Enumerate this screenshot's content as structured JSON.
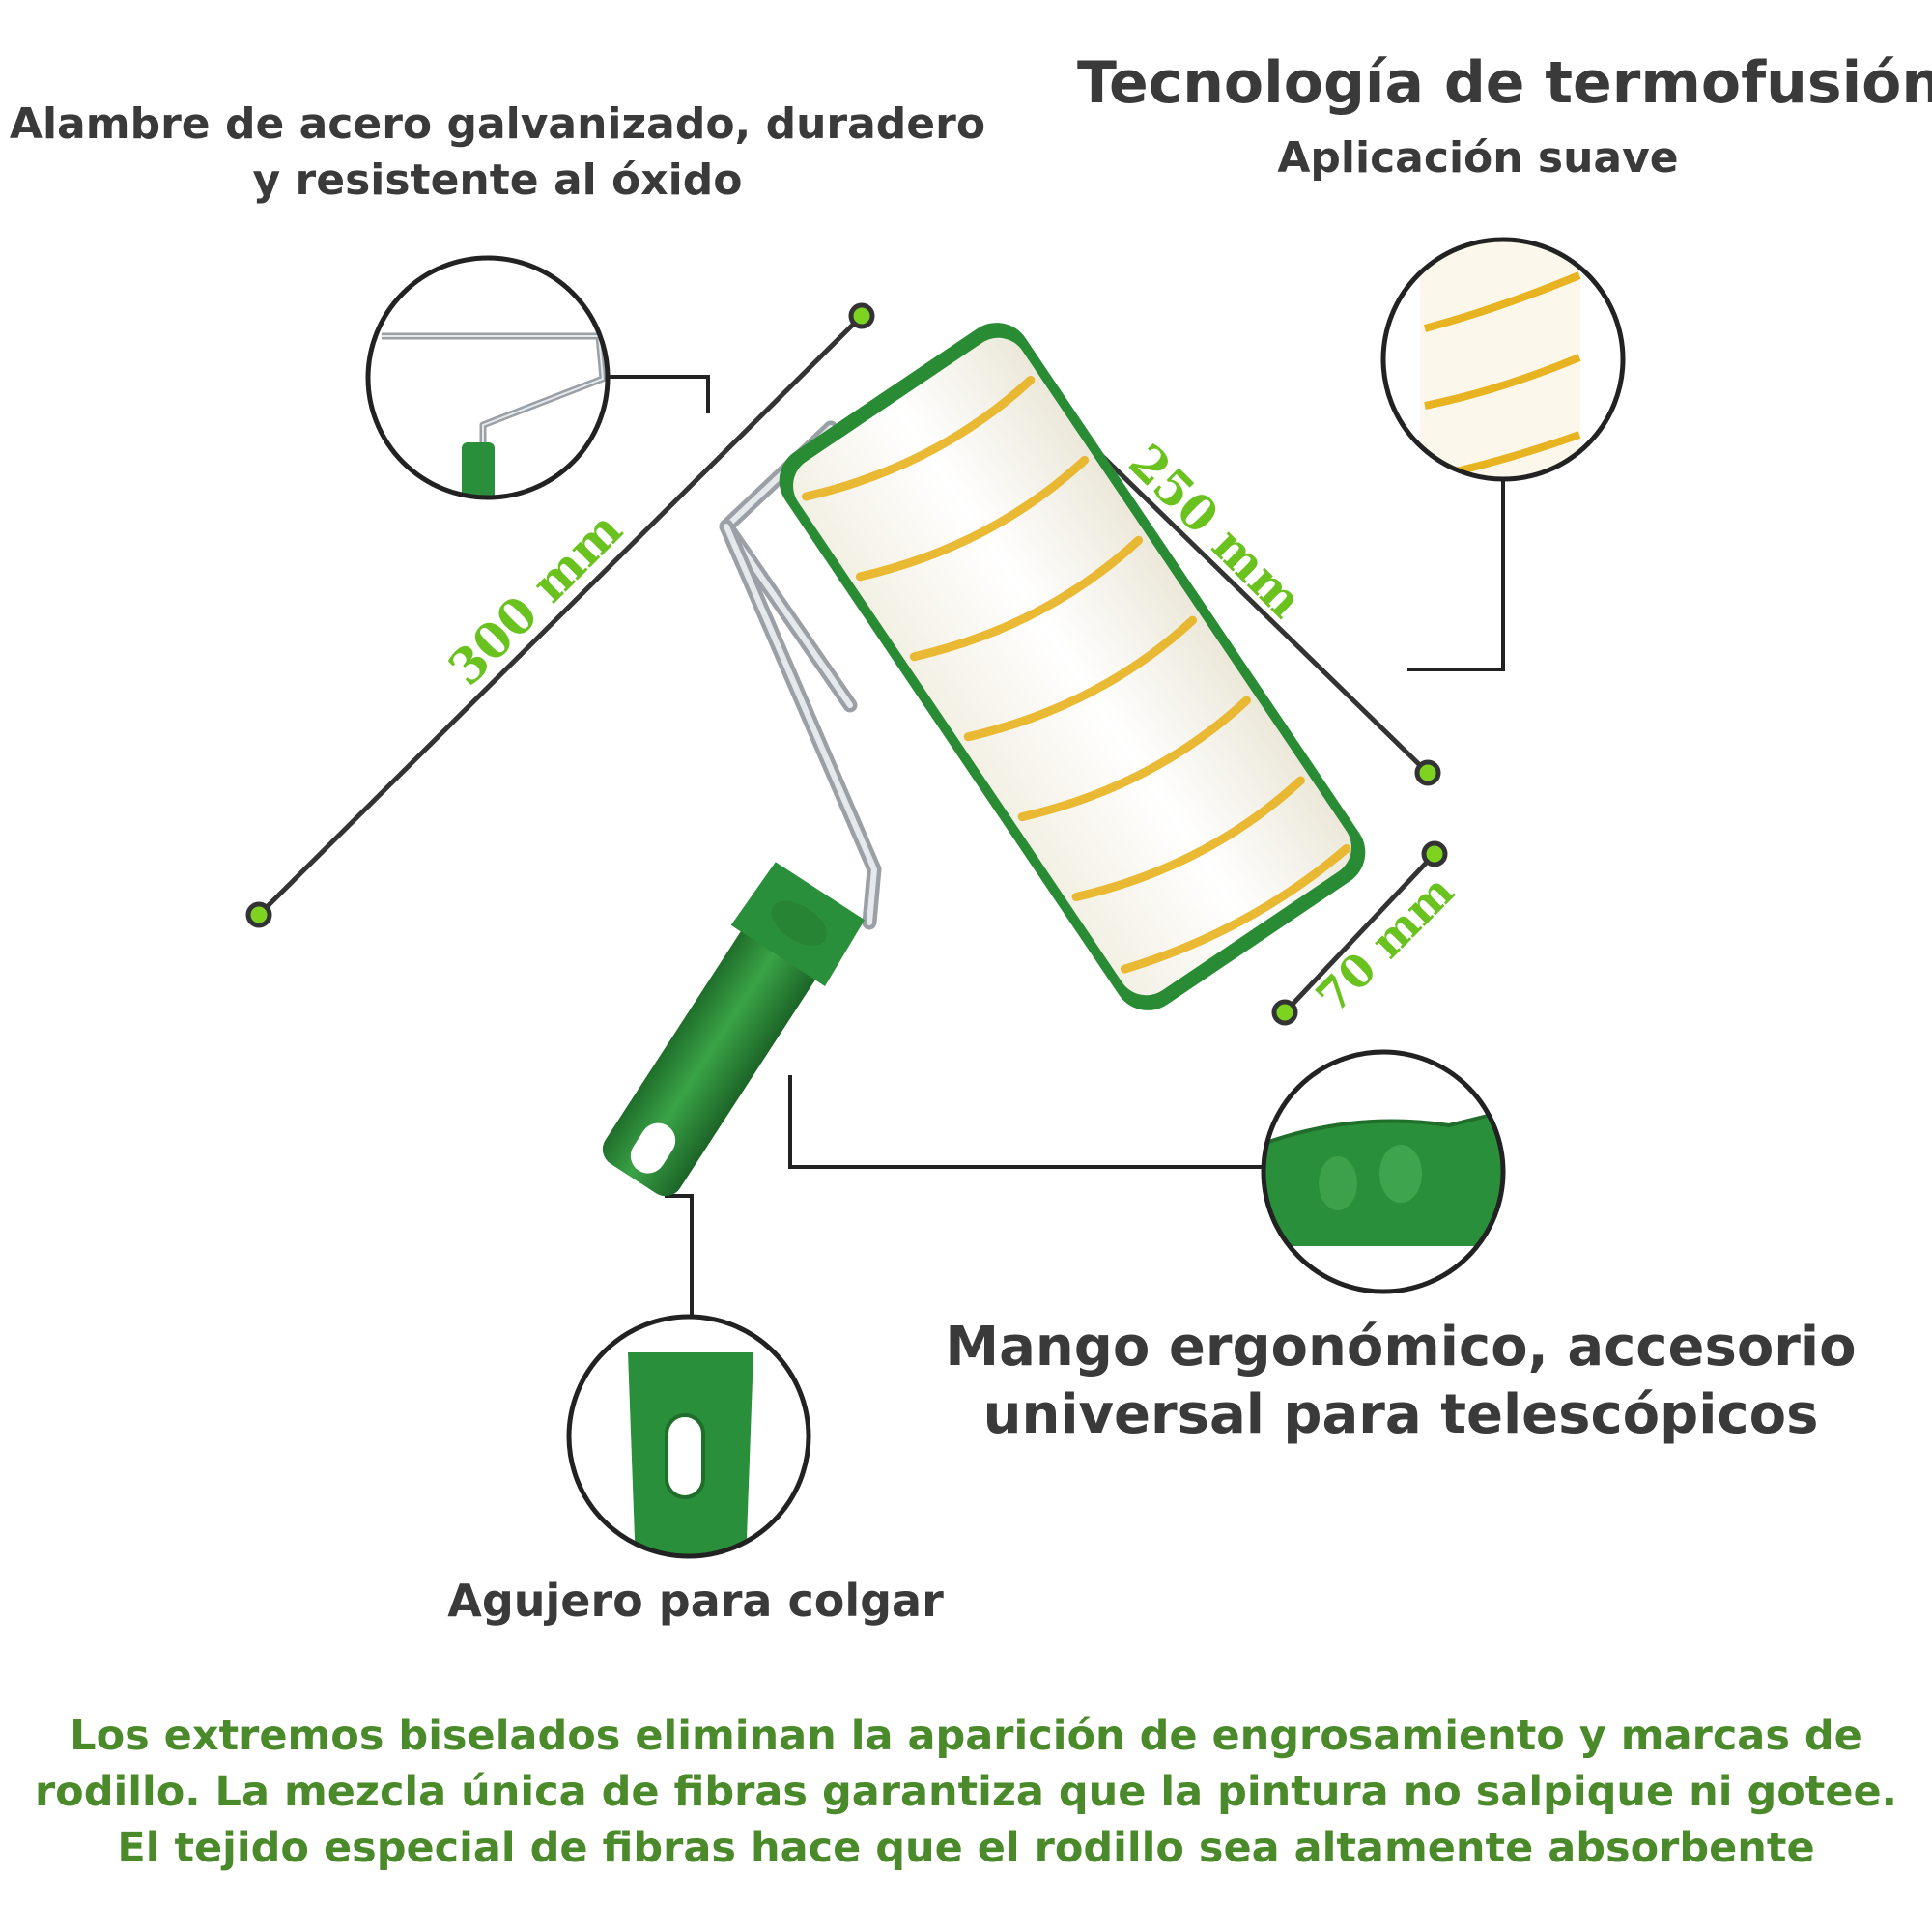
{
  "labels": {
    "wire": "Alambre de acero galvanizado, duradero\ny resistente al óxido",
    "tech_title": "Tecnología de termofusión",
    "tech_sub": "Aplicación suave",
    "handle": "Mango ergonómico, accesorio\nuniversal para telescópicos",
    "hole": "Agujero para colgar",
    "description": "Los extremos biselados eliminan la aparición de engrosamiento y marcas de\nrodillo. La mezcla única de fibras garantiza que la pintura no salpique ni gotee.\nEl tejido especial de fibras hace que el rodillo sea altamente absorbente"
  },
  "dimensions": {
    "length_total": "300 mm",
    "length_roller": "250 mm",
    "diameter_roller": "70 mm"
  },
  "colors": {
    "text": "#3a3a3a",
    "accent_green": "#6ac21f",
    "description_green": "#4a8a2a",
    "handle_green": "#2f8f3a",
    "stripe_yellow": "#e8b320"
  },
  "icons": [
    "wire-frame-detail",
    "roller-fiber-detail",
    "handle-grip-detail",
    "hang-hole-detail"
  ]
}
